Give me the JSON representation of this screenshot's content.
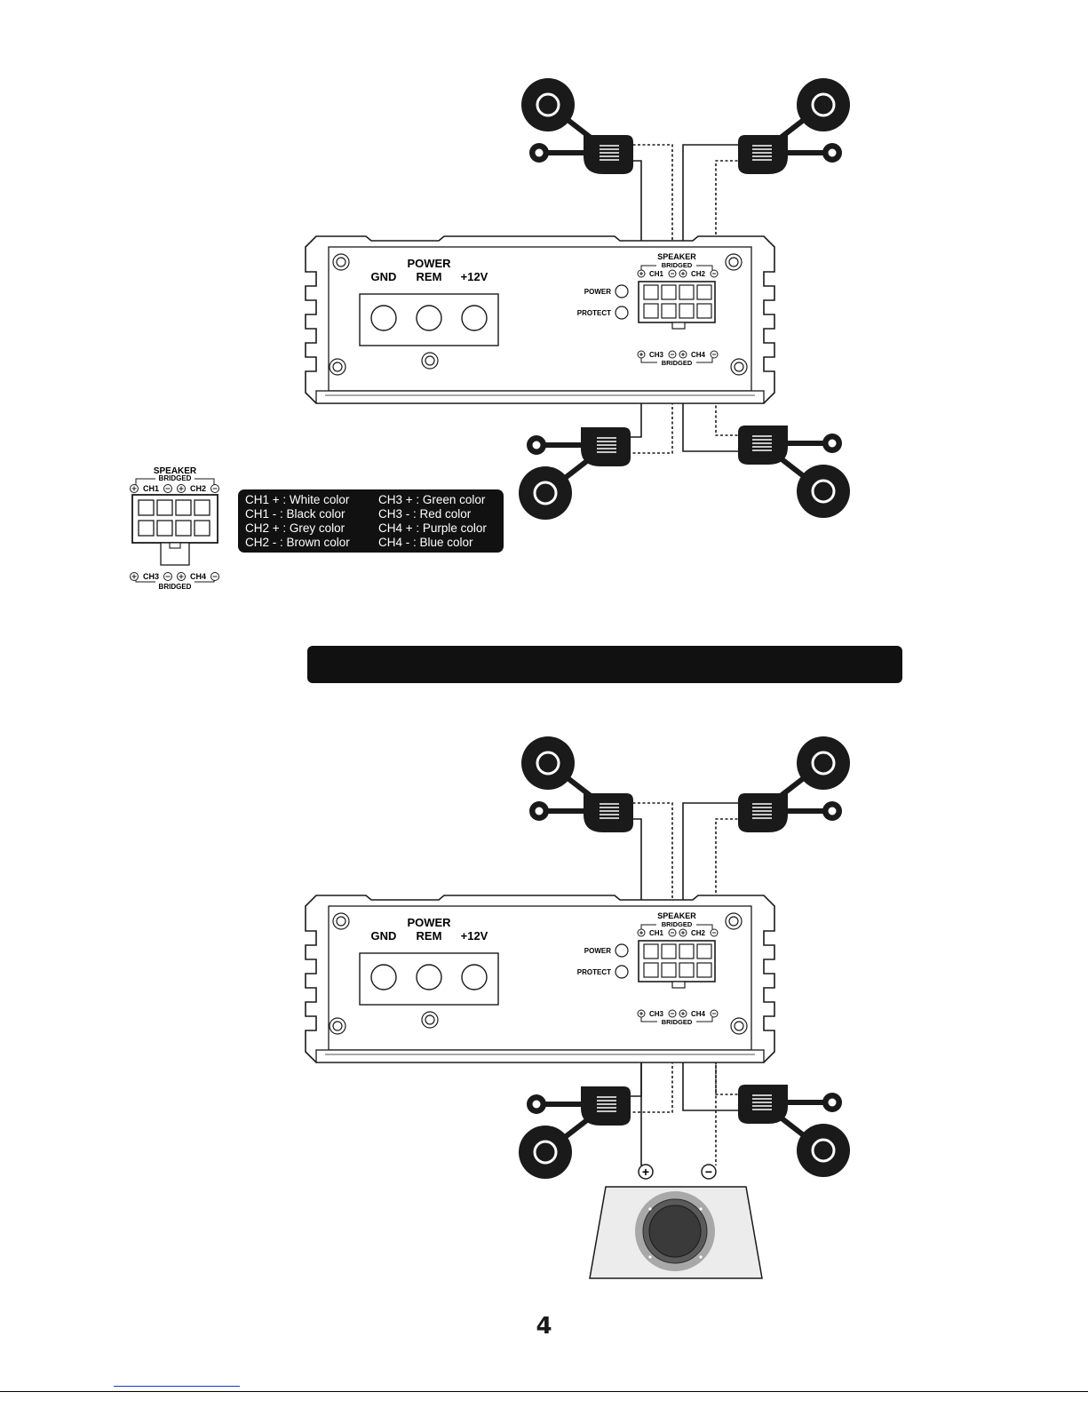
{
  "amplifier": {
    "terminal_header": "POWER",
    "gnd_label": "GND",
    "rem_label": "REM",
    "v12_label": "+12V",
    "power_led_label": "POWER",
    "protect_led_label": "PROTECT",
    "speaker_label": "SPEAKER",
    "bridged_label": "BRIDGED",
    "ch1": "CH1",
    "ch2": "CH2",
    "ch3": "CH3",
    "ch4": "CH4"
  },
  "connector_detail": {
    "speaker_label": "SPEAKER",
    "bridged_label": "BRIDGED",
    "ch1": "CH1",
    "ch2": "CH2",
    "ch3": "CH3",
    "ch4": "CH4"
  },
  "wire_colors_legend": [
    "CH1 + : White color",
    "CH1 - : Black color",
    "CH2 + : Grey color",
    "CH2 - : Brown color",
    "CH3 + : Green color",
    "CH3 - : Red color",
    "CH4 + : Purple color",
    "CH4 - : Blue color"
  ],
  "subwoofer_terminals": {
    "positive": "+",
    "negative": "−"
  },
  "section_banner": "",
  "page_number": "4",
  "colors": {
    "ink": "#1a1a1a",
    "legend_bg": "#111111",
    "legend_text": "#ffffff",
    "cone_outer": "#a8a8a8",
    "cone_mid": "#5a5a5a",
    "box_fill": "#ececec"
  }
}
